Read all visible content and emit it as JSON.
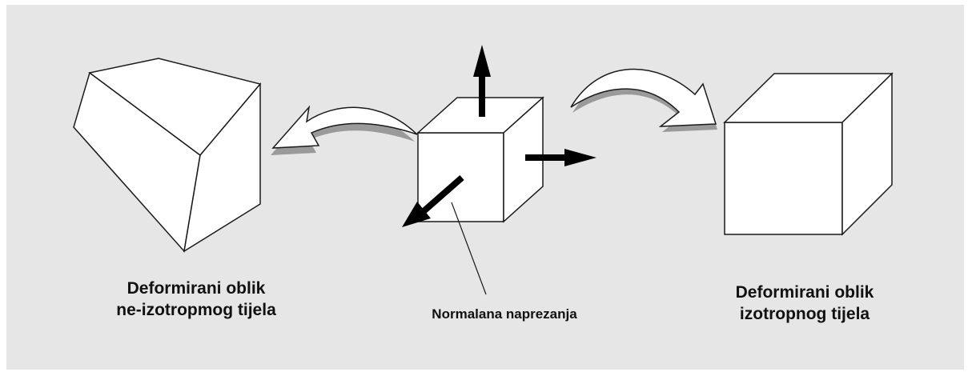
{
  "colors": {
    "panel_background": "#e6e6e6",
    "outline": "#1a1a1a",
    "face_fill": "#ffffff",
    "shadow": "#9a9a9a"
  },
  "labels": {
    "left": {
      "line1": "Deformirani oblik",
      "line2": "ne-izotropmog tijela"
    },
    "right": {
      "line1": "Deformirani oblik",
      "line2": "izotropnog tijela"
    },
    "center": "Normalana naprezanja"
  },
  "icons": {
    "left_shape": "deformed-skewed-cube",
    "center_shape": "stress-cube",
    "right_shape": "deformed-cube",
    "curved_arrows": [
      "curved-arrow-left",
      "curved-arrow-right"
    ],
    "stress_arrows": [
      "arrow-up",
      "arrow-right",
      "arrow-down-left"
    ]
  }
}
